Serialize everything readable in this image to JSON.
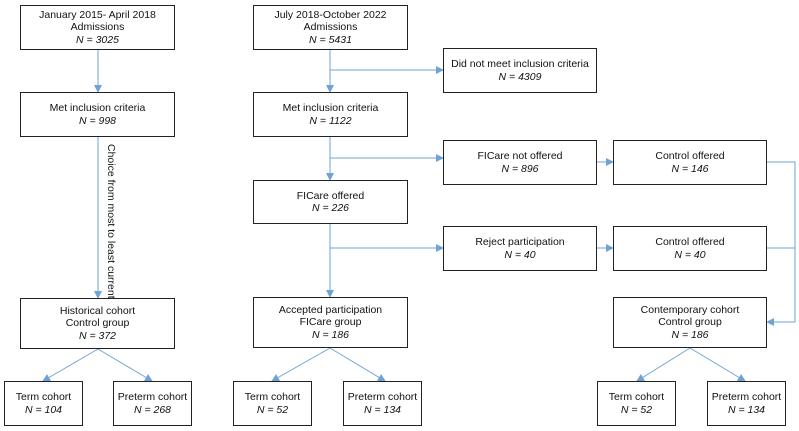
{
  "edge_color": "#6fa3d6",
  "boxes": {
    "hist_admissions": {
      "line1": "January 2015- April 2018",
      "line2": "Admissions",
      "n": "N = 3025"
    },
    "hist_met": {
      "line1": "Met inclusion criteria",
      "n": "N = 998"
    },
    "hist_cohort": {
      "line1": "Historical cohort",
      "line2": "Control group",
      "n": "N = 372"
    },
    "hist_term": {
      "line1": "Term cohort",
      "n": "N = 104"
    },
    "hist_preterm": {
      "line1": "Preterm cohort",
      "n": "N = 268"
    },
    "mod_admissions": {
      "line1": "July 2018-October 2022",
      "line2": "Admissions",
      "n": "N = 5431"
    },
    "not_met": {
      "line1": "Did not meet inclusion criteria",
      "n": "N = 4309"
    },
    "mod_met": {
      "line1": "Met inclusion criteria",
      "n": "N = 1122"
    },
    "not_offered": {
      "line1": "FICare not offered",
      "n": "N = 896"
    },
    "control_offered_1": {
      "line1": "Control offered",
      "n": "N = 146"
    },
    "offered": {
      "line1": "FICare offered",
      "n": "N = 226"
    },
    "reject": {
      "line1": "Reject participation",
      "n": "N = 40"
    },
    "control_offered_2": {
      "line1": "Control offered",
      "n": "N = 40"
    },
    "accepted": {
      "line1": "Accepted participation",
      "line2": "FICare group",
      "n": "N = 186"
    },
    "contemporary": {
      "line1": "Contemporary cohort",
      "line2": "Control group",
      "n": "N = 186"
    },
    "fi_term": {
      "line1": "Term cohort",
      "n": "N = 52"
    },
    "fi_preterm": {
      "line1": "Preterm cohort",
      "n": "N = 134"
    },
    "ct_term": {
      "line1": "Term cohort",
      "n": "N = 52"
    },
    "ct_preterm": {
      "line1": "Preterm cohort",
      "n": "N = 134"
    }
  },
  "edge_label": "Choice from most to least current"
}
